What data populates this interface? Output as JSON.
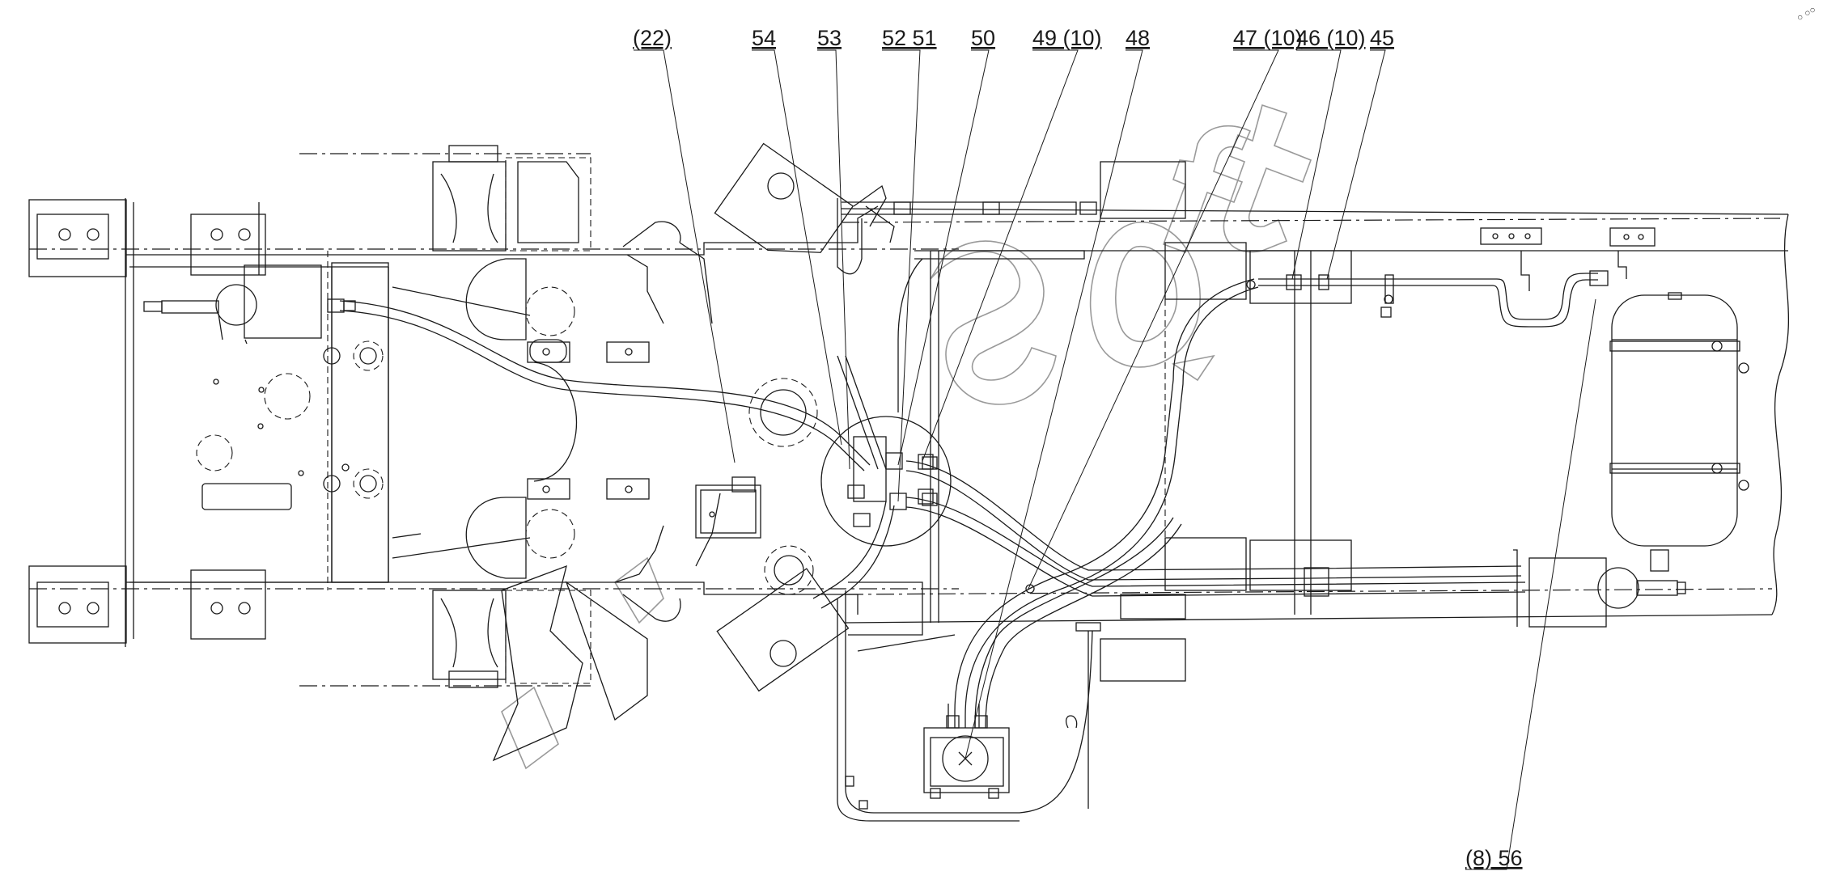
{
  "callouts": [
    {
      "id": "c22",
      "text": "(22)"
    },
    {
      "id": "c54",
      "text": "54"
    },
    {
      "id": "c53",
      "text": "53"
    },
    {
      "id": "c5251",
      "text": "52 51"
    },
    {
      "id": "c50",
      "text": "50"
    },
    {
      "id": "c49",
      "text": "49 (10)"
    },
    {
      "id": "c48",
      "text": "48"
    },
    {
      "id": "c47",
      "text": "47 (10)"
    },
    {
      "id": "c46",
      "text": "46 (10)"
    },
    {
      "id": "c45",
      "text": "45"
    },
    {
      "id": "c56",
      "text": "(8) 56"
    }
  ],
  "corner_mark": "○ ○○",
  "watermark": "soft"
}
